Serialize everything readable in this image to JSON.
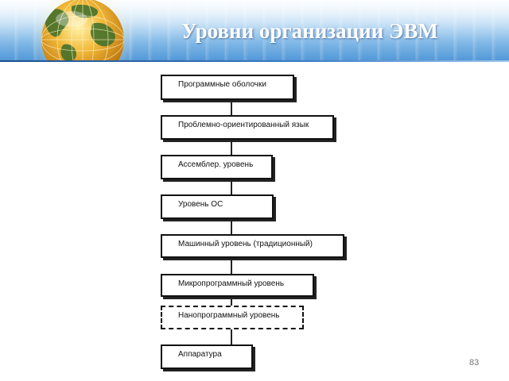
{
  "slide": {
    "title": "Уровни организации ЭВМ",
    "page_number": "83"
  },
  "diagram": {
    "levels": [
      {
        "label": "Программные оболочки",
        "style": "solid"
      },
      {
        "label": "Проблемно-ориентированный язык",
        "style": "solid"
      },
      {
        "label": "Ассемблер. уровень",
        "style": "solid"
      },
      {
        "label": "Уровень ОС",
        "style": "solid"
      },
      {
        "label": "Машинный уровень (традиционный)",
        "style": "solid"
      },
      {
        "label": "Микропрограммный уровень",
        "style": "solid"
      },
      {
        "label": "Нанопрограммный уровень",
        "style": "dashed"
      },
      {
        "label": "Аппаратура",
        "style": "solid"
      }
    ]
  },
  "colors": {
    "title_text": "#ffffff",
    "header_blue": "#4f95d6",
    "box_border": "#111111"
  },
  "icons": {
    "logo": "globe-icon"
  }
}
